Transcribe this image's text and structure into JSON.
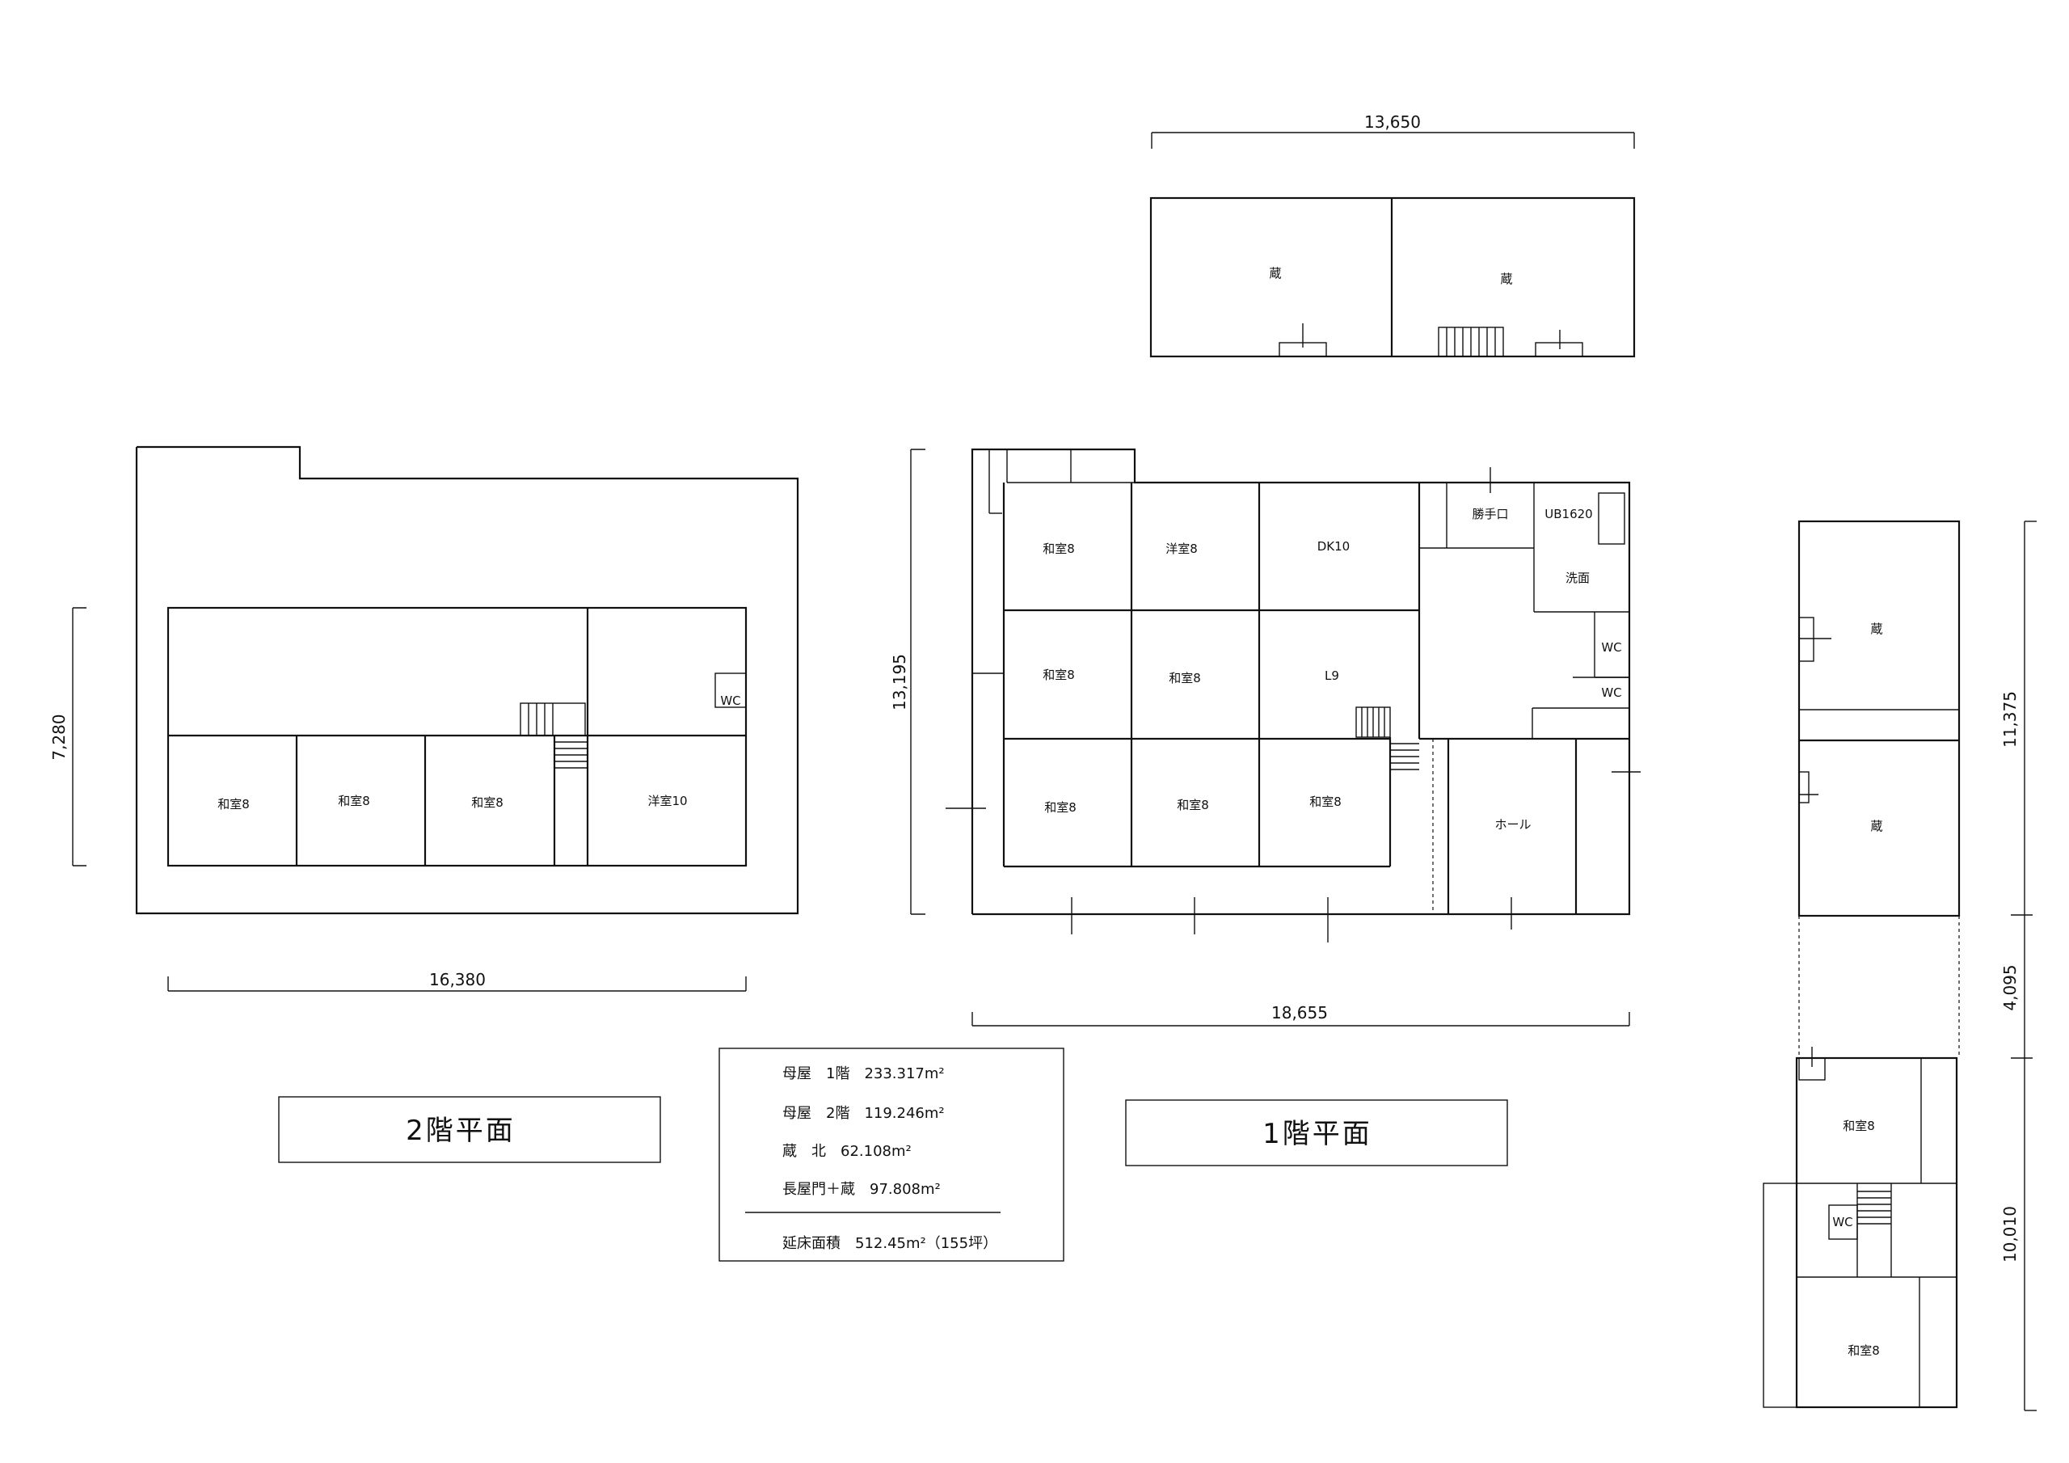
{
  "titles": {
    "floor2": "2階平面",
    "floor1": "1階平面"
  },
  "dimensions": {
    "kura_top_width": "13,650",
    "floor1_height": "13,195",
    "floor1_width": "18,655",
    "floor2_height": "7,280",
    "floor2_width": "16,380",
    "right_upper": "11,375",
    "right_middle": "4,095",
    "right_lower": "10,010"
  },
  "rooms": {
    "kura_a": "蔵",
    "kura_b": "蔵",
    "f1_washitsu_a": "和室8",
    "f1_youshitsu": "洋室8",
    "f1_dk": "DK10",
    "f1_katteguchi": "勝手口",
    "f1_ub": "UB1620",
    "f1_senmen": "洗面",
    "f1_wc_a": "WC",
    "f1_wc_b": "WC",
    "f1_washitsu_b": "和室8",
    "f1_washitsu_c": "和室8",
    "f1_l": "L9",
    "f1_washitsu_d": "和室8",
    "f1_washitsu_e": "和室8",
    "f1_washitsu_f": "和室8",
    "f1_hall": "ホール",
    "f2_wc": "WC",
    "f2_washitsu_a": "和室8",
    "f2_washitsu_b": "和室8",
    "f2_washitsu_c": "和室8",
    "f2_youshitsu": "洋室10",
    "r_kura_a": "蔵",
    "r_kura_b": "蔵",
    "r_washitsu_a": "和室8",
    "r_wc": "WC",
    "r_washitsu_b": "和室8"
  },
  "areas": {
    "row1": "母屋　1階　233.317m²",
    "row2": "母屋　2階　119.246m²",
    "row3": "蔵　北　62.108m²",
    "row4": "長屋門＋蔵　97.808m²",
    "total": "延床面積　512.45m²（155坪）"
  }
}
